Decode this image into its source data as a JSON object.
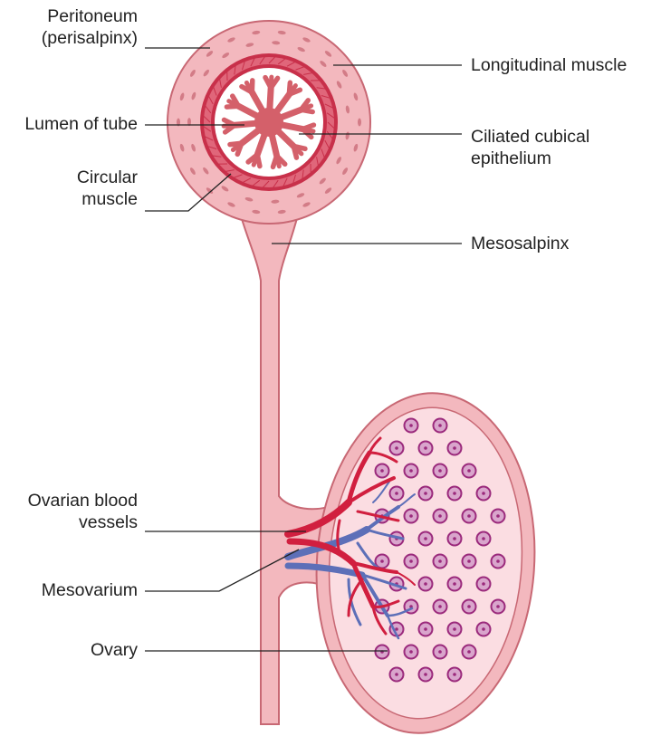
{
  "labels": {
    "peritoneum": [
      "Peritoneum",
      "(perisalpinx)"
    ],
    "longitudinal_muscle": "Longitudinal muscle",
    "lumen": "Lumen of tube",
    "ciliated": [
      "Ciliated cubical",
      "epithelium"
    ],
    "circular_muscle": [
      "Circular",
      "muscle"
    ],
    "mesosalpinx": "Mesosalpinx",
    "ovarian_vessels": [
      "Ovarian blood",
      "vessels"
    ],
    "mesovarium": "Mesovarium",
    "ovary": "Ovary"
  },
  "colors": {
    "tissue_fill": "#f3b8be",
    "tissue_outline": "#c86874",
    "muscle_dark": "#c8304a",
    "muscle_band": "#e0667a",
    "lumen_bg": "#ffffff",
    "folds": "#d4606a",
    "ovary_stroma": "#fbdde2",
    "follicle_ring": "#9b2a7c",
    "follicle_fill": "#d9a5cc",
    "artery": "#d11f3f",
    "vein": "#5d6fb8",
    "leader_line": "#222222"
  }
}
